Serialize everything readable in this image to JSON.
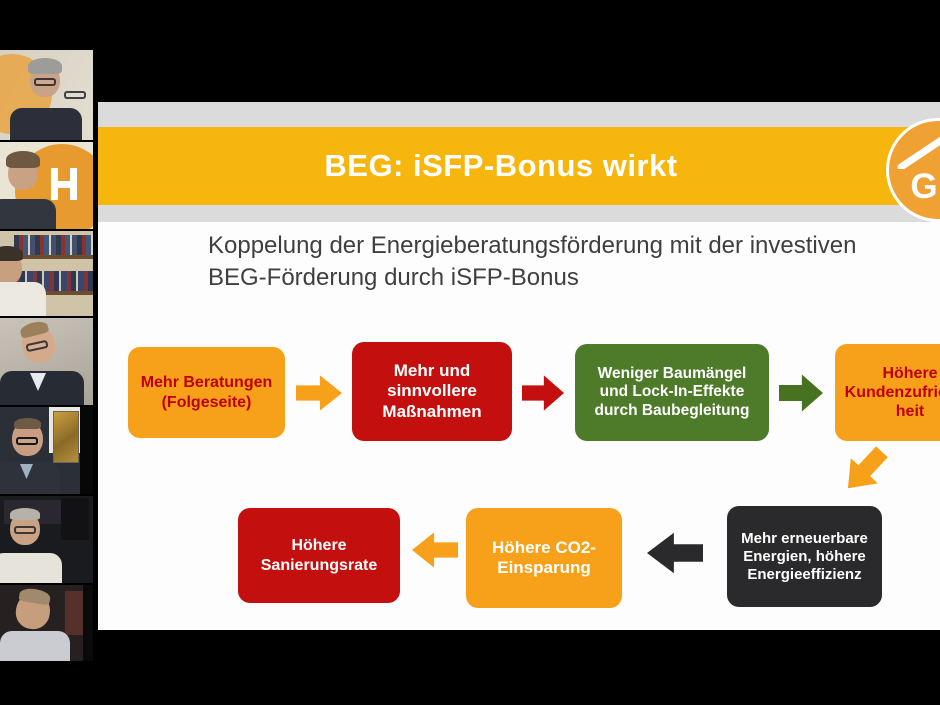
{
  "app": {
    "kind": "video conference with screen share",
    "background_color": "#000000"
  },
  "video_strip": {
    "participants": [
      {
        "id": "participant-1",
        "description": "man with gray hair and glasses, dark shirt, beige wall with orange logo edge"
      },
      {
        "id": "participant-2",
        "description": "man with brown hair, dark shirt, large orange GIH logo circle on cream wall"
      },
      {
        "id": "participant-3",
        "description": "man in white shirt at left edge, wooden bookshelf background"
      },
      {
        "id": "participant-4",
        "description": "smiling man with glasses, head tilted, dark blazer, gray-beige wall"
      },
      {
        "id": "participant-5",
        "description": "man with glasses in dark suit, golden artwork on wall behind"
      },
      {
        "id": "participant-6",
        "description": "older man with glasses, white shirt, dark room"
      },
      {
        "id": "participant-7",
        "description": "man looking down, light shirt, dark room with reddish picture"
      }
    ]
  },
  "slide": {
    "title": "BEG: iSFP-Bonus wirkt",
    "subtitle": "Koppelung der Energieberatungsförderung mit der investiven BEG-Förderung durch iSFP-Bonus",
    "logo": {
      "text": "GIH"
    },
    "colors": {
      "title_bar": "#F7B60D",
      "orange": "#F7A11B",
      "red": "#C3100F",
      "green": "#4E7B2A",
      "dark": "#2A2A2C",
      "red_text_on_orange": "#C00000",
      "title_text": "#FFFFFF",
      "subtitle_text": "#3F3F3F"
    },
    "flowchart": {
      "box1": "Mehr Beratungen (Folgeseite)",
      "box2": "Mehr und sinnvollere Maßnahmen",
      "box3": "Weniger Baumängel und Lock-In-Effekte durch Baubegleitung",
      "box4": "Höhere Kundenzufriedenheit",
      "box5": "Mehr erneuerbare Energien, höhere Energieeffizienz",
      "box6": "Höhere CO2-Einsparung",
      "box7": "Höhere Sanierungsrate",
      "arrows": [
        "orange-right",
        "red-right",
        "green-right",
        "orange-down-left",
        "black-left",
        "orange-left"
      ]
    }
  }
}
